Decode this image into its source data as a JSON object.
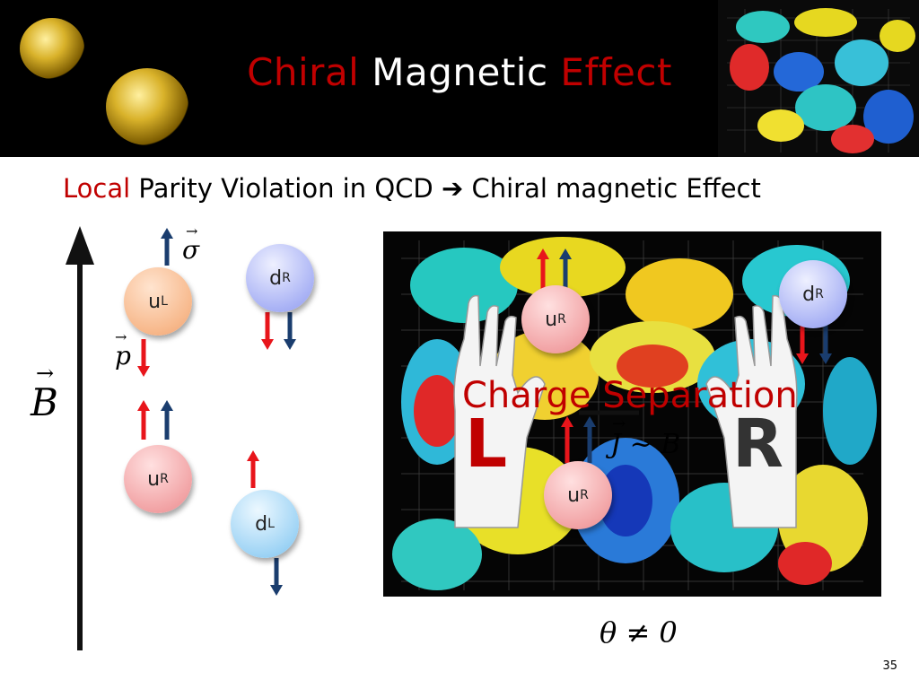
{
  "header": {
    "title_word1": "Chiral",
    "title_word2": "Magnetic",
    "title_word3": "Effect"
  },
  "subtitle": {
    "prefix": "Local",
    "text": " Parity Violation in QCD ",
    "arrow": "➔",
    "suffix": " Chiral magnetic Effect"
  },
  "labels": {
    "sigma": "σ",
    "momentum": "p",
    "field_b": "B",
    "current": "J ~ B",
    "theta": "θ ≠ 0",
    "charge_separation": "Charge Separation",
    "left_hand": "L",
    "right_hand": "R"
  },
  "quarks": {
    "left_panel": [
      {
        "letter": "u",
        "sub": "L"
      },
      {
        "letter": "d",
        "sub": "R"
      },
      {
        "letter": "u",
        "sub": "R"
      },
      {
        "letter": "d",
        "sub": "L"
      }
    ],
    "right_panel": [
      {
        "letter": "u",
        "sub": "R"
      },
      {
        "letter": "d",
        "sub": "R"
      },
      {
        "letter": "u",
        "sub": "R"
      }
    ]
  },
  "colors": {
    "accent_red": "#c00000",
    "arrow_red": "#e8151b",
    "arrow_blue": "#1a3d6e"
  },
  "page_number": "35"
}
